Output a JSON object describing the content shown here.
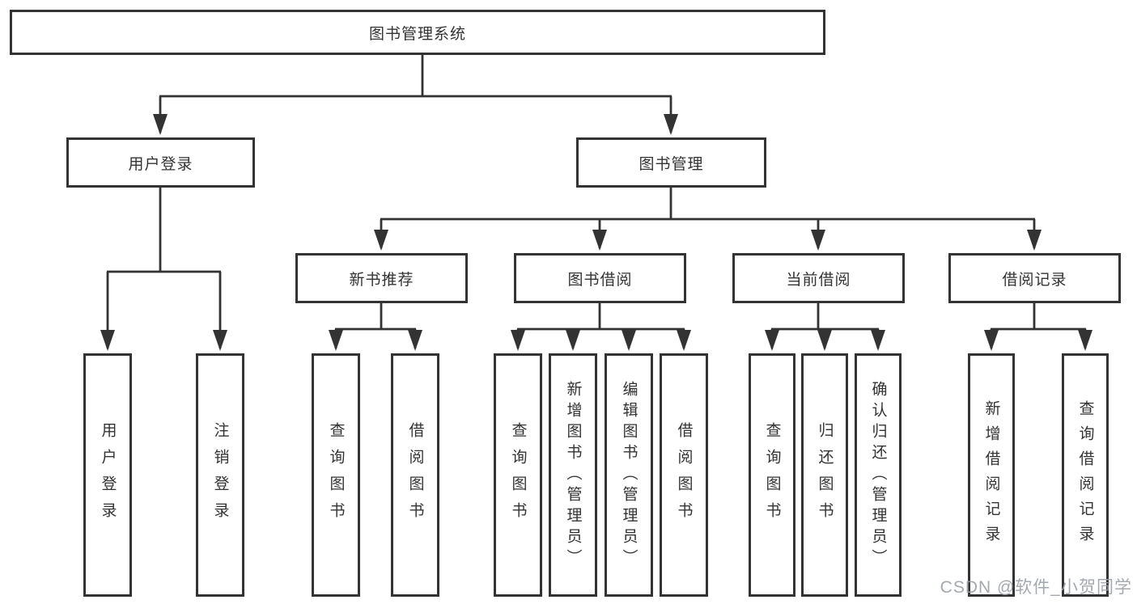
{
  "tree": {
    "label": "图书管理系统",
    "children": [
      {
        "label": "用户登录",
        "children": [
          {
            "label": "用户登录"
          },
          {
            "label": "注销登录"
          }
        ]
      },
      {
        "label": "图书管理",
        "children": [
          {
            "label": "新书推荐",
            "children": [
              {
                "label": "查询图书"
              },
              {
                "label": "借阅图书"
              }
            ]
          },
          {
            "label": "图书借阅",
            "children": [
              {
                "label": "查询图书"
              },
              {
                "label": "新增图书（管理员）"
              },
              {
                "label": "编辑图书（管理员）"
              },
              {
                "label": "借阅图书"
              }
            ]
          },
          {
            "label": "当前借阅",
            "children": [
              {
                "label": "查询图书"
              },
              {
                "label": "归还图书"
              },
              {
                "label": "确认归还（管理员）"
              }
            ]
          },
          {
            "label": "借阅记录",
            "children": [
              {
                "label": "新增借阅记录"
              },
              {
                "label": "查询借阅记录"
              }
            ]
          }
        ]
      }
    ]
  },
  "watermark": "CSDN @软件_小贺同学",
  "colors": {
    "line": "#333333",
    "box_border": "#333333",
    "text": "#333333",
    "background": "#ffffff",
    "watermark": "#9aa0a6"
  }
}
